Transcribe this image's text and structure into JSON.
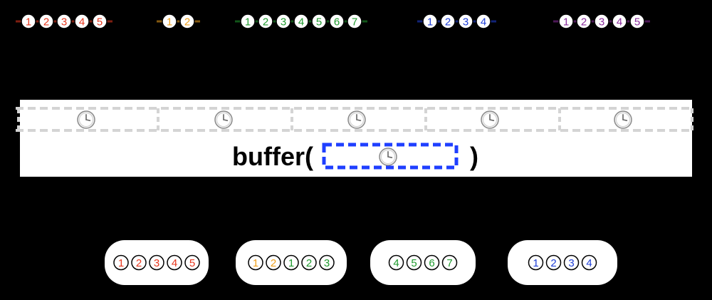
{
  "colors": {
    "background": "#000000",
    "panel": "#ffffff",
    "dashed_frame": "#d4d4d4",
    "buffer_window": "#1f3fff",
    "marble_fill": "#ffffff",
    "marble_stroke": "#000000"
  },
  "input_groups": [
    {
      "color": "#e8371e",
      "items": [
        "1",
        "2",
        "3",
        "4",
        "5"
      ]
    },
    {
      "color": "#f0a01c",
      "items": [
        "1",
        "2"
      ]
    },
    {
      "color": "#1f9a2e",
      "items": [
        "1",
        "2",
        "3",
        "4",
        "5",
        "6",
        "7"
      ]
    },
    {
      "color": "#1f3fd8",
      "items": [
        "1",
        "2",
        "3",
        "4"
      ]
    },
    {
      "color": "#8a2c9c",
      "items": [
        "1",
        "2",
        "3",
        "4",
        "5"
      ]
    }
  ],
  "operator": {
    "prefix": "buffer(",
    "suffix": ")",
    "icon": "clock-icon"
  },
  "timeline_icon": "clock-icon",
  "output_buffers": [
    {
      "items": [
        {
          "label": "1",
          "color": "#e8371e"
        },
        {
          "label": "2",
          "color": "#e8371e"
        },
        {
          "label": "3",
          "color": "#e8371e"
        },
        {
          "label": "4",
          "color": "#e8371e"
        },
        {
          "label": "5",
          "color": "#e8371e"
        }
      ]
    },
    {
      "items": [
        {
          "label": "1",
          "color": "#f0a01c"
        },
        {
          "label": "2",
          "color": "#f0a01c"
        },
        {
          "label": "1",
          "color": "#1f9a2e"
        },
        {
          "label": "2",
          "color": "#1f9a2e"
        },
        {
          "label": "3",
          "color": "#1f9a2e"
        }
      ]
    },
    {
      "items": [
        {
          "label": "4",
          "color": "#1f9a2e"
        },
        {
          "label": "5",
          "color": "#1f9a2e"
        },
        {
          "label": "6",
          "color": "#1f9a2e"
        },
        {
          "label": "7",
          "color": "#1f9a2e"
        }
      ]
    },
    {
      "items": [
        {
          "label": "1",
          "color": "#1f3fd8"
        },
        {
          "label": "2",
          "color": "#1f3fd8"
        },
        {
          "label": "3",
          "color": "#1f3fd8"
        },
        {
          "label": "4",
          "color": "#1f3fd8"
        }
      ]
    }
  ]
}
